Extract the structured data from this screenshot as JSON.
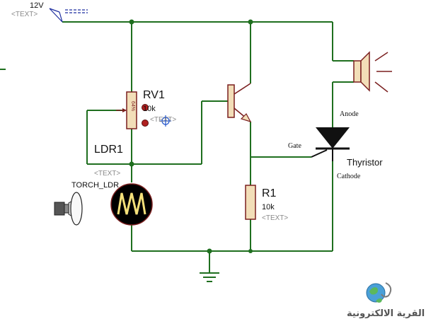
{
  "supply": {
    "voltage": "12V",
    "placeholder": "<TEXT>"
  },
  "rv1": {
    "ref": "RV1",
    "value": "10k",
    "percent": "64%",
    "placeholder": "<TEXT>"
  },
  "ldr1": {
    "ref": "LDR1",
    "placeholder": "<TEXT>",
    "model": "TORCH_LDR"
  },
  "r1": {
    "ref": "R1",
    "value": "10k",
    "placeholder": "<TEXT>"
  },
  "thyristor": {
    "name": "Thyristor",
    "anode": "Anode",
    "gate": "Gate",
    "cathode": "Cathode"
  },
  "watermark": {
    "text": "القرية الالكترونية"
  },
  "colors": {
    "wire": "#1f6f1f",
    "component": "#7a1f1f",
    "fill": "#f2deb8",
    "probe": "#2255cc"
  }
}
